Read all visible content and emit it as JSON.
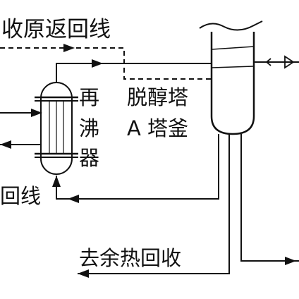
{
  "labels": {
    "recovery_return_line": "收原返回线",
    "reboiler": [
      "再",
      "沸",
      "器"
    ],
    "tower_bottom_line1": "脱醇塔",
    "tower_bottom_line2": "A 塔釜",
    "return_line_fragment": "回线",
    "waste_heat_recovery": "去余热回收"
  },
  "colors": {
    "line": "#111111",
    "background": "#ffffff"
  }
}
